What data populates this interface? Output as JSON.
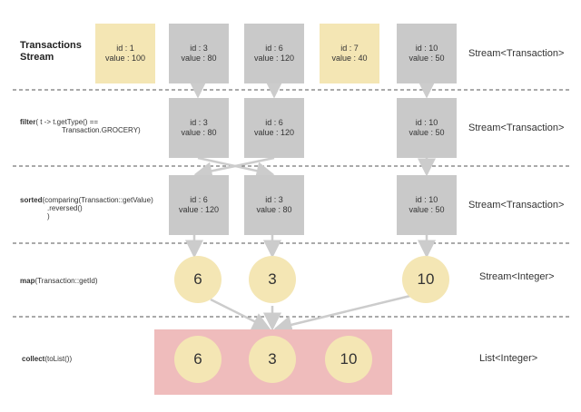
{
  "title": "Transactions Stream",
  "stream_items": [
    {
      "id": "id : 1",
      "value": "value : 100",
      "color": "#f4e6b4"
    },
    {
      "id": "id : 3",
      "value": "value : 80",
      "color": "#c9c9c9"
    },
    {
      "id": "id : 6",
      "value": "value : 120",
      "color": "#c9c9c9"
    },
    {
      "id": "id : 7",
      "value": "value : 40",
      "color": "#f4e6b4"
    },
    {
      "id": "id : 10",
      "value": "value : 50",
      "color": "#c9c9c9"
    }
  ],
  "filter_items": [
    {
      "id": "id : 3",
      "value": "value : 80"
    },
    {
      "id": "id : 6",
      "value": "value : 120"
    },
    {
      "id": "id : 10",
      "value": "value : 50"
    }
  ],
  "sorted_items": [
    {
      "id": "id : 6",
      "value": "value : 120"
    },
    {
      "id": "id : 3",
      "value": "value : 80"
    },
    {
      "id": "id : 10",
      "value": "value : 50"
    }
  ],
  "map_values": [
    "6",
    "3",
    "10"
  ],
  "collect_values": [
    "6",
    "3",
    "10"
  ],
  "ops": {
    "filter_kw": "filter",
    "filter_line1": "( t -> t.getType() ==",
    "filter_line2": "Transaction.GROCERY)",
    "sorted_kw": "sorted",
    "sorted_line1": "(comparing(Transaction::getValue)",
    "sorted_line2": ".reversed()",
    "sorted_line3": ")",
    "map_kw": "map",
    "map_arg": "(Transaction::getId)",
    "collect_kw": "collect",
    "collect_arg": "(toList())"
  },
  "types": {
    "stream_tx": "Stream<Transaction>",
    "stream_int": "Stream<Integer>",
    "list_int": "List<Integer>"
  },
  "colors": {
    "gray": "#c9c9c9",
    "yellow": "#f4e6b4",
    "pink": "#efbcbc",
    "arrow": "#cccccc"
  }
}
